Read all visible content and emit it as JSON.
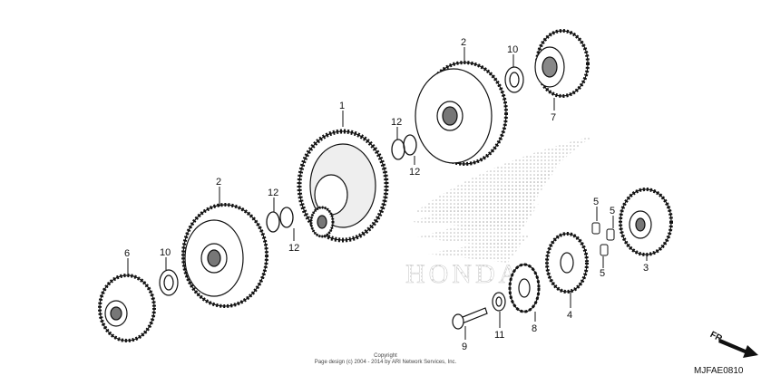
{
  "parts": [
    {
      "id": "part-1",
      "label": "1"
    },
    {
      "id": "part-2-upper",
      "label": "2"
    },
    {
      "id": "part-2-lower",
      "label": "2"
    },
    {
      "id": "part-3",
      "label": "3"
    },
    {
      "id": "part-4",
      "label": "4"
    },
    {
      "id": "part-5-a",
      "label": "5"
    },
    {
      "id": "part-5-b",
      "label": "5"
    },
    {
      "id": "part-5-c",
      "label": "5"
    },
    {
      "id": "part-6",
      "label": "6"
    },
    {
      "id": "part-7",
      "label": "7"
    },
    {
      "id": "part-8",
      "label": "8"
    },
    {
      "id": "part-9",
      "label": "9"
    },
    {
      "id": "part-10-upper",
      "label": "10"
    },
    {
      "id": "part-10-lower",
      "label": "10"
    },
    {
      "id": "part-11",
      "label": "11"
    },
    {
      "id": "part-12-a",
      "label": "12"
    },
    {
      "id": "part-12-b",
      "label": "12"
    },
    {
      "id": "part-12-c",
      "label": "12"
    },
    {
      "id": "part-12-d",
      "label": "12"
    }
  ],
  "watermark": {
    "text": "HONDA"
  },
  "copyright": {
    "line1": "Copyright",
    "line2": "Page design (c) 2004 - 2014 by ARI Network Services, Inc."
  },
  "direction": {
    "label": "FR."
  },
  "diagram_code": "MJFAE0810"
}
